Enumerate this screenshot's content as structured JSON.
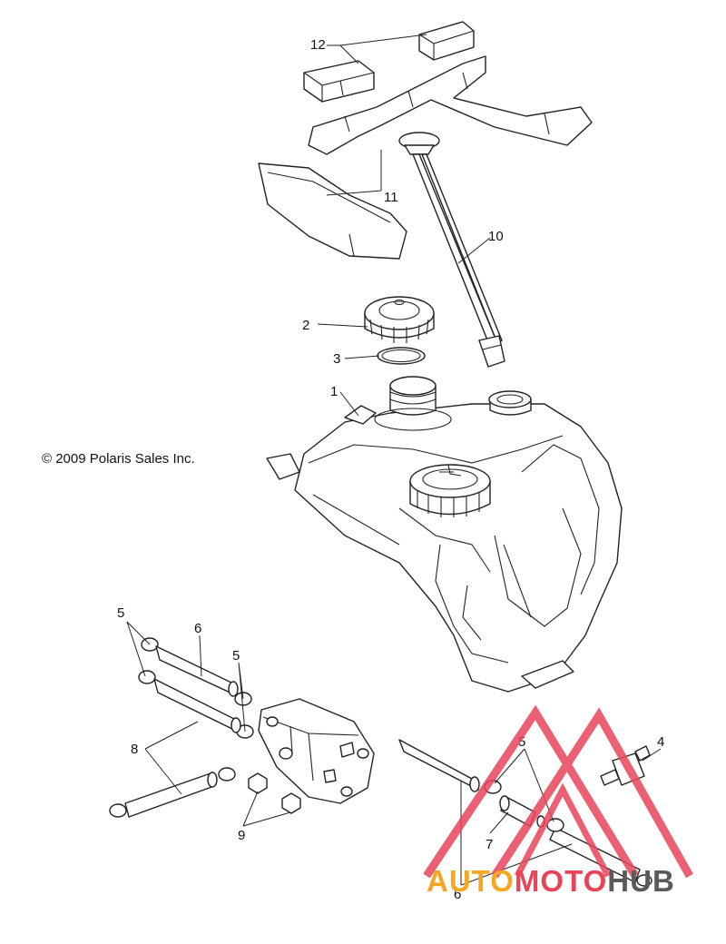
{
  "copyright": "© 2009 Polaris Sales Inc.",
  "callouts": {
    "c12": "12",
    "c11": "11",
    "c10": "10",
    "c2": "2",
    "c3": "3",
    "c1": "1",
    "c5a": "5",
    "c6a": "6",
    "c5b": "5",
    "c8": "8",
    "c9": "9",
    "c5c": "5",
    "c4": "4",
    "c7": "7",
    "c6b": "6"
  },
  "watermark": {
    "part1": "AUTO",
    "part2": "MOTO",
    "part3": "HUB",
    "color1": "#f5a623",
    "color2": "#e8455a",
    "color3": "#5a5a5a"
  }
}
